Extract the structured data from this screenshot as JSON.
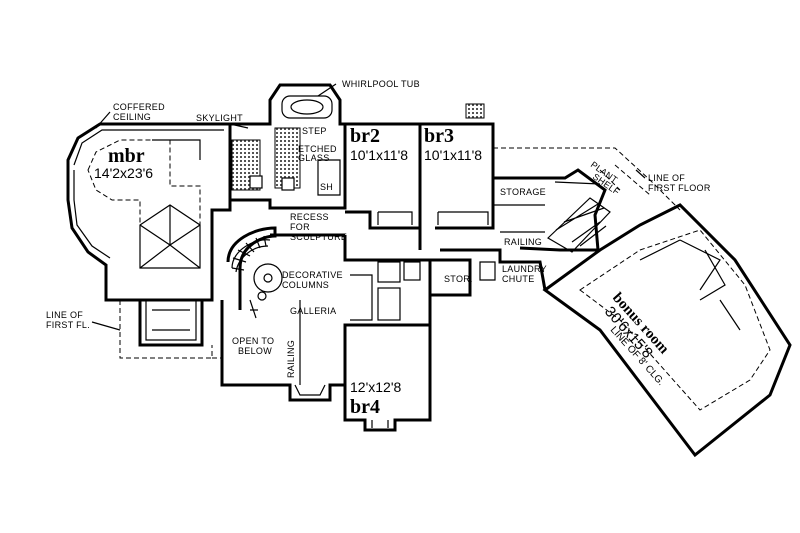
{
  "labels": {
    "whirlpool": "WHIRLPOOL TUB",
    "coffered1": "COFFERED",
    "coffered2": "CEILING",
    "skylight": "SKYLIGHT",
    "step": "STEP",
    "etched1": "ETCHED",
    "etched2": "GLASS",
    "sh": "SH",
    "recess1": "RECESS",
    "recess2": "FOR",
    "recess3": "SCULPTURE",
    "storage": "STORAGE",
    "plant_shelf1": "PLANT",
    "plant_shelf2": "SHELF",
    "line_first_floor1": "LINE OF",
    "line_first_floor2": "FIRST FLOOR",
    "railing_right": "RAILING",
    "stor": "STOR.",
    "laundry1": "LAUNDRY",
    "laundry2": "CHUTE",
    "decorative1": "DECORATIVE",
    "decorative2": "COLUMNS",
    "galleria": "GALLERIA",
    "line_first_fl1": "LINE OF",
    "line_first_fl2": "FIRST FL.",
    "open1": "OPEN TO",
    "open2": "BELOW",
    "railing_left": "RAILING"
  },
  "rooms": {
    "mbr": {
      "name": "mbr",
      "dims": "14'2x23'6"
    },
    "br2": {
      "name": "br2",
      "dims": "10'1x11'8"
    },
    "br3": {
      "name": "br3",
      "dims": "10'1x11'8"
    },
    "br4": {
      "name": "br4",
      "dims": "12'x12'8"
    },
    "bonus": {
      "name": "bonus room",
      "dims": "30'6x15'8",
      "ceiling": "LINE OF 8' CLG."
    }
  }
}
